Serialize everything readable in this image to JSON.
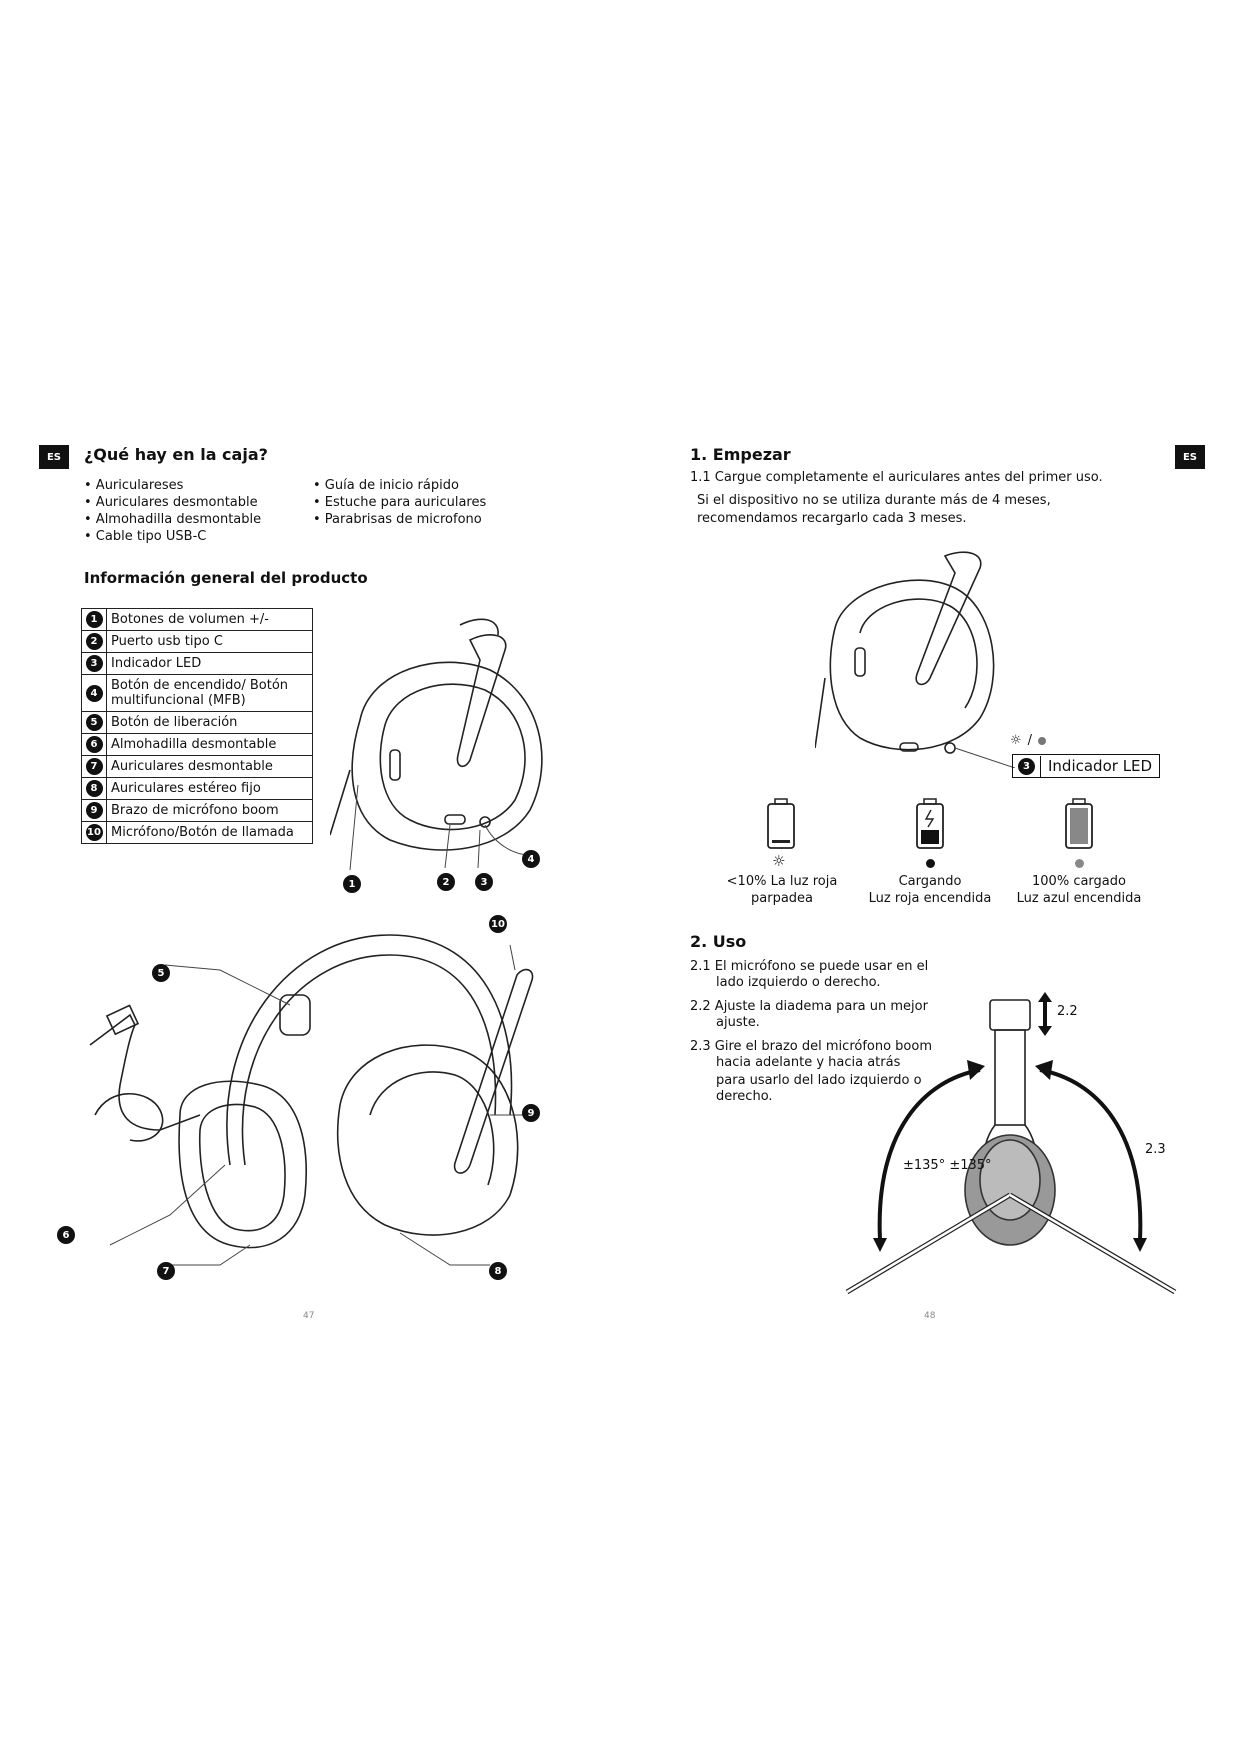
{
  "lang_tag": "ES",
  "left_page": {
    "box_title": "¿Qué hay en la caja?",
    "box_items_col1": [
      "• Auriculareses",
      "• Auriculares desmontable",
      "• Almohadilla desmontable",
      "• Cable tipo USB-C"
    ],
    "box_items_col2": [
      "• Guía de inicio rápido",
      "• Estuche para auriculares",
      "• Parabrisas de microfono"
    ],
    "overview_title": "Información general del producto",
    "parts": [
      {
        "n": "1",
        "label": "Botones de volumen +/-"
      },
      {
        "n": "2",
        "label": "Puerto usb tipo C"
      },
      {
        "n": "3",
        "label": "Indicador LED"
      },
      {
        "n": "4",
        "label": "Botón de encendido/ Botón multifuncional (MFB)"
      },
      {
        "n": "5",
        "label": "Botón de liberación"
      },
      {
        "n": "6",
        "label": "Almohadilla desmontable"
      },
      {
        "n": "7",
        "label": "Auriculares desmontable"
      },
      {
        "n": "8",
        "label": "Auriculares estéreo fijo"
      },
      {
        "n": "9",
        "label": "Brazo de micrófono boom"
      },
      {
        "n": "10",
        "label": "Micrófono/Botón de llamada"
      }
    ],
    "page_number": "47"
  },
  "right_page": {
    "start_title": "1. Empezar",
    "start_1": "1.1 Cargue completamente el auriculares antes del primer uso.",
    "start_2": "Si el dispositivo no se utiliza durante más de 4 meses,",
    "start_3": "recomendamos recargarlo cada 3 meses.",
    "led_sep": "/",
    "led_index": "3",
    "led_label": "Indicador LED",
    "battery_states": [
      {
        "line1": "<10% La luz roja",
        "line2": "parpadea"
      },
      {
        "line1": "Cargando",
        "line2": "Luz roja encendida"
      },
      {
        "line1": "100% cargado",
        "line2": "Luz azul encendida"
      }
    ],
    "use_title": "2. Uso",
    "use_2_1a": "2.1 El micrófono se puede usar en el",
    "use_2_1b": "lado izquierdo o derecho.",
    "use_2_2a": "2.2 Ajuste la diadema para un mejor",
    "use_2_2b": "ajuste.",
    "use_2_3a": "2.3 Gire el brazo del micrófono boom",
    "use_2_3b": "hacia adelante y hacia atrás",
    "use_2_3c": "para usarlo del lado izquierdo o",
    "use_2_3d": "derecho.",
    "label_22": "2.2",
    "label_23": "2.3",
    "angle_label": "±135° ±135°",
    "page_number": "48"
  }
}
